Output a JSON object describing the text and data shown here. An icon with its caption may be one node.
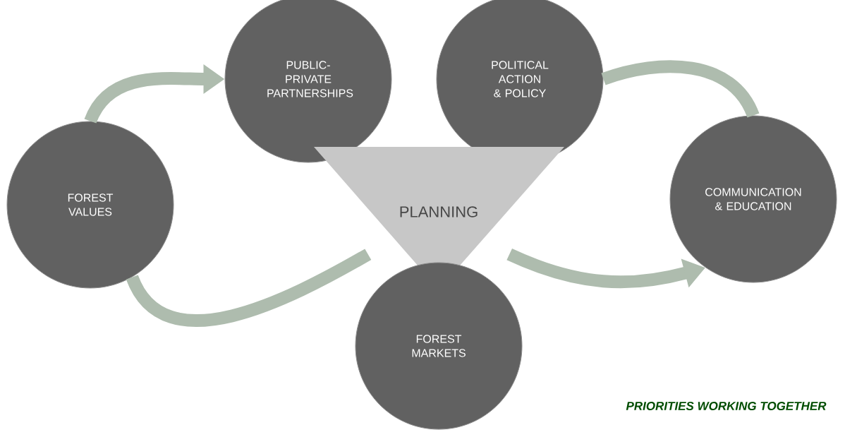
{
  "diagram": {
    "caption": "PRIORITIES WORKING TOGETHER",
    "nodes": [
      {
        "text": [
          "PUBLIC-PRIVATE PARTNERSHIPS"
        ]
      },
      {
        "text": [
          "POLITICAL ACTION & POLICY"
        ]
      },
      {
        "text": [
          "FOREST VALUES"
        ]
      },
      {
        "text": [
          "COMMUNICATION & EDUCATION"
        ]
      },
      {
        "text": [
          "PLANNING"
        ]
      },
      {
        "text": [
          "FOREST MARKETS"
        ]
      }
    ],
    "edges": [
      {
        "from": 2,
        "to": 0,
        "arrow": "to"
      },
      {
        "from": 4,
        "to": 3,
        "arrow": "to"
      },
      {
        "from": 4,
        "to": 2,
        "arrow": "none"
      },
      {
        "from": 1,
        "to": 3,
        "arrow": "none"
      }
    ]
  }
}
